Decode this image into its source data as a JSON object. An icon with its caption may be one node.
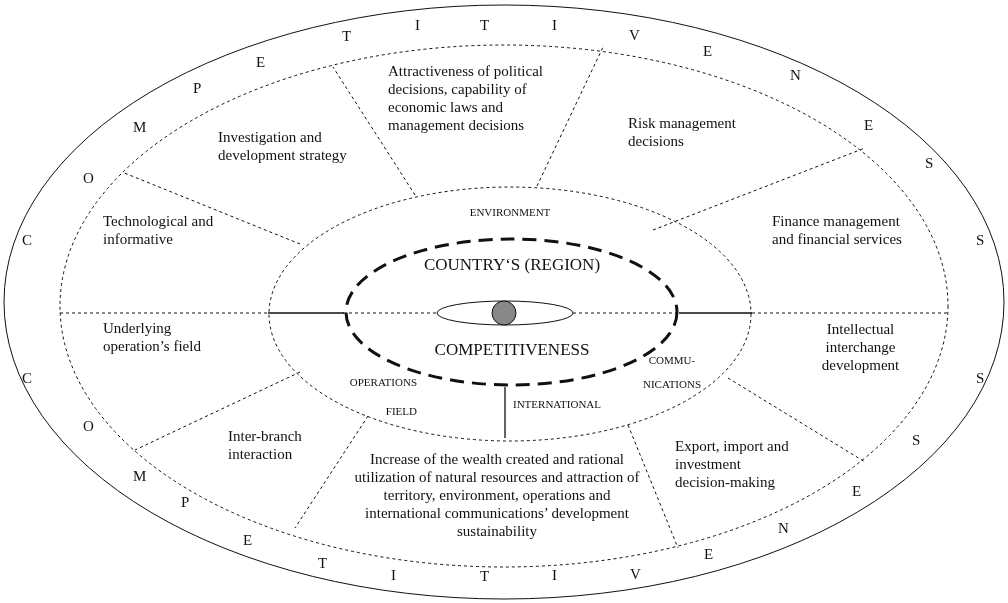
{
  "diagram": {
    "nodes": [
      {
        "text": [],
        "shape": "ellipse"
      },
      {
        "text": [
          "Attractiveness of political decisions, capability of economic laws and management decisions"
        ],
        "in": 0
      },
      {
        "text": [
          "Risk management decisions"
        ],
        "in": 0
      },
      {
        "text": [
          "Investigation and development strategy"
        ],
        "in": 0
      },
      {
        "text": [
          "Technological and informative"
        ],
        "in": 0
      },
      {
        "text": [
          "Finance management and financial services"
        ],
        "in": 0
      },
      {
        "text": [
          "Underlying operation’s field"
        ],
        "in": 0
      },
      {
        "text": [
          "Intellectual interchange development"
        ],
        "in": 0
      },
      {
        "text": [
          "Inter-branch interaction"
        ],
        "in": 0
      },
      {
        "text": [
          "Export, import and investment decision-making"
        ],
        "in": 0
      },
      {
        "text": [
          "Increase of the wealth created and rational utilization of natural resources and attraction of territory, environment, operations and international communications’ development sustainability"
        ],
        "in": 0
      },
      {
        "text": [
          "ENVIRONMENT",
          "OPERATIONS FIELD",
          "INTERNATIONAL",
          "COMMU- NICATIONS"
        ],
        "in": 0
      },
      {
        "text": [
          "COUNTRY‘S (REGION)",
          "COMPETITIVENESS"
        ],
        "in": 11
      }
    ],
    "edges": [],
    "labels": [
      "C",
      "O",
      "M",
      "P",
      "E",
      "T",
      "I",
      "T",
      "I",
      "V",
      "E",
      "N",
      "E",
      "S",
      "S",
      "C",
      "O",
      "M",
      "P",
      "E",
      "T",
      "I",
      "T",
      "I",
      "V",
      "E",
      "N",
      "E",
      "S",
      "S"
    ]
  }
}
